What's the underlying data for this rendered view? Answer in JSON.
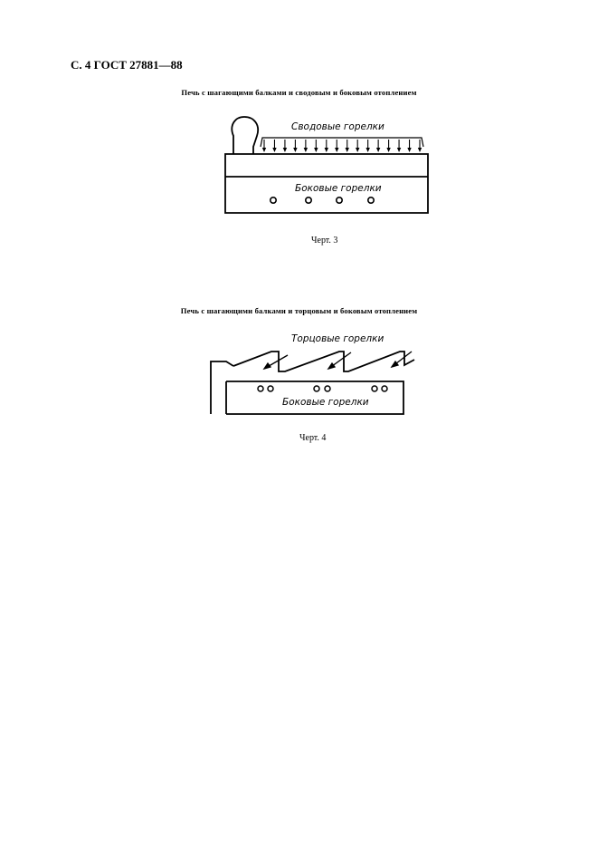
{
  "header": {
    "page_ref": "С. 4 ГОСТ 27881—88"
  },
  "figure3": {
    "title": "Печь с шагающими балками и сводовым и боковым отоплением",
    "roof_label": "Сводовые горелки",
    "side_label": "Боковые горелки",
    "caption": "Черт. 3"
  },
  "figure4": {
    "title": "Печь с шагающими балками и торцовым и боковым отоплением",
    "end_label": "Торцовые горелки",
    "side_label": "Боковые горелки",
    "caption": "Черт. 4"
  }
}
